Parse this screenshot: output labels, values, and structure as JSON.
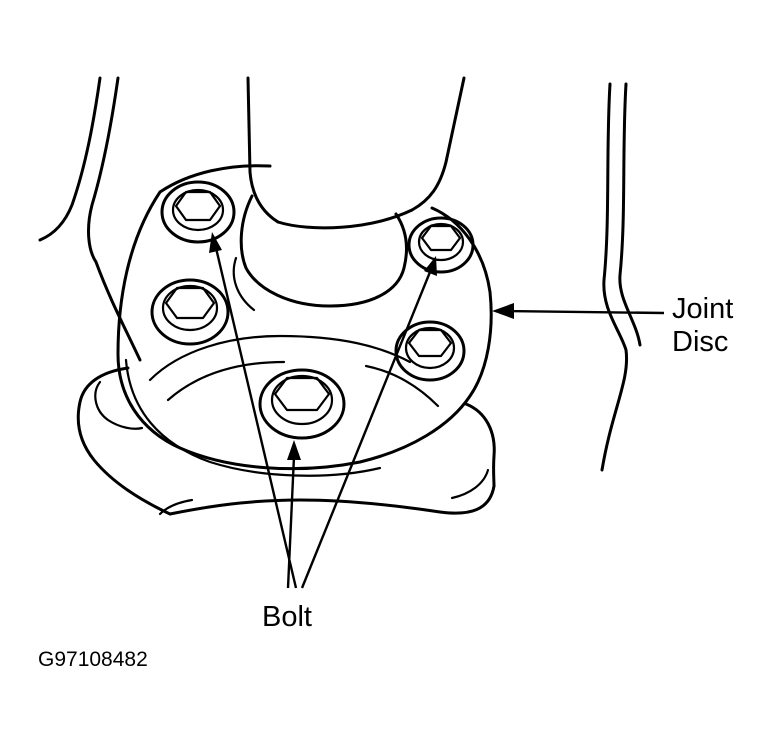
{
  "labels": {
    "joint_disc_line1": "Joint",
    "joint_disc_line2": "Disc",
    "bolt": "Bolt"
  },
  "figure_code": "G97108482"
}
